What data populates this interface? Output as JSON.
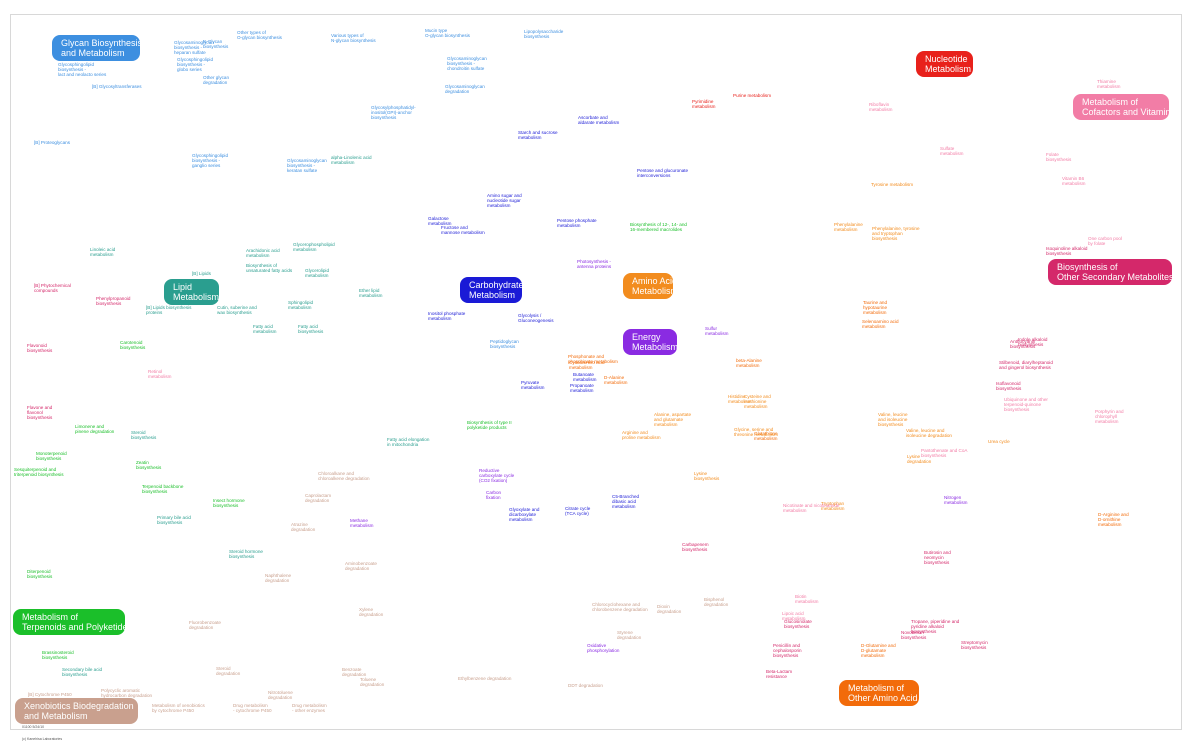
{
  "categories": [
    {
      "id": "glycan",
      "label": "Glycan Biosynthesis\nand Metabolism",
      "color": "#3d8fe0"
    },
    {
      "id": "nucleotide",
      "label": "Nucleotide\nMetabolism",
      "color": "#e8211b"
    },
    {
      "id": "cofactors",
      "label": "Metabolism of\nCofactors and Vitamins",
      "color": "#f27da6"
    },
    {
      "id": "lipid",
      "label": "Lipid\nMetabolism",
      "color": "#2a9e8f"
    },
    {
      "id": "carbohydrate",
      "label": "Carbohydrate\nMetabolism",
      "color": "#1a1ad6"
    },
    {
      "id": "amino",
      "label": "Amino Acid\nMetabolism",
      "color": "#f28c1e"
    },
    {
      "id": "energy",
      "label": "Energy\nMetabolism",
      "color": "#8a2be2"
    },
    {
      "id": "secondary",
      "label": "Biosynthesis of\nOther Secondary Metabolites",
      "color": "#d4286a"
    },
    {
      "id": "terpenoids",
      "label": "Metabolism of\nTerpenoids and Polyketides",
      "color": "#1bbf2a"
    },
    {
      "id": "xenobiotics",
      "label": "Xenobiotics Biodegradation\nand Metabolism",
      "color": "#c9a08e"
    },
    {
      "id": "other_amino",
      "label": "Metabolism of\nOther Amino Acid",
      "color": "#f26b0a"
    }
  ],
  "pathways": [
    {
      "id": "p1",
      "label": "Glycosaminoglycan\nbiosynthesis -\nheparan sulfate",
      "cat": "glycan"
    },
    {
      "id": "p2",
      "label": "N-Glycan\nbiosynthesis",
      "cat": "glycan"
    },
    {
      "id": "p3",
      "label": "Other types of\nO-glycan biosynthesis",
      "cat": "glycan"
    },
    {
      "id": "p4",
      "label": "Various types of\nN-glycan biosynthesis",
      "cat": "glycan"
    },
    {
      "id": "p5",
      "label": "Mucin type\nO-glycan biosynthesis",
      "cat": "glycan"
    },
    {
      "id": "p6",
      "label": "Lipopolysaccharide\nbiosynthesis",
      "cat": "glycan"
    },
    {
      "id": "p7",
      "label": "Glycosphingolipid\nbiosynthesis -\nglobo series",
      "cat": "glycan"
    },
    {
      "id": "p8",
      "label": "Glycosphingolipid\nbiosynthesis -\nlact and neolacto series",
      "cat": "glycan"
    },
    {
      "id": "p9",
      "label": "Other glycan\ndegradation",
      "cat": "glycan"
    },
    {
      "id": "p10",
      "label": "[B] Glycosyltransferases",
      "cat": "glycan"
    },
    {
      "id": "p11",
      "label": "Glycosaminoglycan\nbiosynthesis -\nchondroitin sulfate",
      "cat": "glycan"
    },
    {
      "id": "p12",
      "label": "Glycosaminoglycan\ndegradation",
      "cat": "glycan"
    },
    {
      "id": "p13",
      "label": "Glycosylphosphatidyl-\ninositol(GPI)-anchor\nbiosynthesis",
      "cat": "glycan"
    },
    {
      "id": "p14",
      "label": "[B] Proteoglycans",
      "cat": "glycan"
    },
    {
      "id": "p15",
      "label": "Glycosphingolipid\nbiosynthesis -\nganglio series",
      "cat": "glycan"
    },
    {
      "id": "p16",
      "label": "Glycosaminoglycan\nbiosynthesis -\nkeratan sulfate",
      "cat": "glycan"
    },
    {
      "id": "p17",
      "label": "Starch and sucrose\nmetabolism",
      "cat": "carbohydrate"
    },
    {
      "id": "p18",
      "label": "Ascorbate and\naldarate metabolism",
      "cat": "carbohydrate"
    },
    {
      "id": "p19",
      "label": "Amino sugar and\nnucleotide sugar\nmetabolism",
      "cat": "carbohydrate"
    },
    {
      "id": "p20",
      "label": "Pentose and glucuronate\ninterconversions",
      "cat": "carbohydrate"
    },
    {
      "id": "p21",
      "label": "Fructose and\nmannose metabolism",
      "cat": "carbohydrate"
    },
    {
      "id": "p22",
      "label": "Pentose phosphate\nmetabolism",
      "cat": "carbohydrate"
    },
    {
      "id": "p23",
      "label": "Galactose\nmetabolism",
      "cat": "carbohydrate"
    },
    {
      "id": "p24",
      "label": "Inositol phosphate\nmetabolism",
      "cat": "carbohydrate"
    },
    {
      "id": "p25",
      "label": "Glycolysis /\nGluconeogenesis",
      "cat": "carbohydrate"
    },
    {
      "id": "p26",
      "label": "Pyruvate\nmetabolism",
      "cat": "carbohydrate"
    },
    {
      "id": "p27",
      "label": "Propanoate\nmetabolism",
      "cat": "carbohydrate"
    },
    {
      "id": "p28",
      "label": "Butanoate\nmetabolism",
      "cat": "carbohydrate"
    },
    {
      "id": "p29",
      "label": "Citrate cycle\n(TCA cycle)",
      "cat": "carbohydrate"
    },
    {
      "id": "p30",
      "label": "Glyoxylate and\ndicarboxylate\nmetabolism",
      "cat": "carbohydrate"
    },
    {
      "id": "p31",
      "label": "C5-Branched\ndibasic acid\nmetabolism",
      "cat": "carbohydrate"
    },
    {
      "id": "p32",
      "label": "Biosynthesis of type II\npolyketide products",
      "cat": "terpenoids"
    },
    {
      "id": "p33",
      "label": "Biosynthesis of 12-, 14- and\n16-membered macrolides",
      "cat": "terpenoids"
    },
    {
      "id": "p34",
      "label": "Peptidoglycan\nbiosynthesis",
      "cat": "glycan"
    },
    {
      "id": "p35",
      "label": "Purine metabolism",
      "cat": "nucleotide"
    },
    {
      "id": "p36",
      "label": "Pyrimidine\nmetabolism",
      "cat": "nucleotide"
    },
    {
      "id": "p37",
      "label": "Thiamine\nmetabolism",
      "cat": "cofactors"
    },
    {
      "id": "p38",
      "label": "Riboflavin\nmetabolism",
      "cat": "cofactors"
    },
    {
      "id": "p39",
      "label": "Folate\nbiosynthesis",
      "cat": "cofactors"
    },
    {
      "id": "p40",
      "label": "Vitamin B6\nmetabolism",
      "cat": "cofactors"
    },
    {
      "id": "p41",
      "label": "One carbon pool\nby folate",
      "cat": "cofactors"
    },
    {
      "id": "p42",
      "label": "Tyrosine metabolism",
      "cat": "amino"
    },
    {
      "id": "p43",
      "label": "Phenylalanine\nmetabolism",
      "cat": "amino"
    },
    {
      "id": "p44",
      "label": "Phenylalanine, tyrosine\nand tryptophan\nbiosynthesis",
      "cat": "amino"
    },
    {
      "id": "p45",
      "label": "Isoquinoline alkaloid\nbiosynthesis",
      "cat": "secondary"
    },
    {
      "id": "p46",
      "label": "Indole alkaloid\nbiosynthesis",
      "cat": "secondary"
    },
    {
      "id": "p47",
      "label": "Phenylpropanoid\nbiosynthesis",
      "cat": "secondary"
    },
    {
      "id": "p48",
      "label": "Flavonoid\nbiosynthesis",
      "cat": "secondary"
    },
    {
      "id": "p49",
      "label": "Flavone and\nflavonol\nbiosynthesis",
      "cat": "secondary"
    },
    {
      "id": "p50",
      "label": "Linoleic acid\nmetabolism",
      "cat": "lipid"
    },
    {
      "id": "p51",
      "label": "alpha-Linolenic acid\nmetabolism",
      "cat": "lipid"
    },
    {
      "id": "p52",
      "label": "Arachidonic acid\nmetabolism",
      "cat": "lipid"
    },
    {
      "id": "p53",
      "label": "Biosynthesis of\nunsaturated fatty acids",
      "cat": "lipid"
    },
    {
      "id": "p54",
      "label": "Glycerophospholipid\nmetabolism",
      "cat": "lipid"
    },
    {
      "id": "p55",
      "label": "Glycerolipid\nmetabolism",
      "cat": "lipid"
    },
    {
      "id": "p56",
      "label": "Ether lipid\nmetabolism",
      "cat": "lipid"
    },
    {
      "id": "p57",
      "label": "Sphingolipid\nmetabolism",
      "cat": "lipid"
    },
    {
      "id": "p58",
      "label": "Fatty acid\nbiosynthesis",
      "cat": "lipid"
    },
    {
      "id": "p59",
      "label": "Fatty acid\nmetabolism",
      "cat": "lipid"
    },
    {
      "id": "p60",
      "label": "[B] Lipids",
      "cat": "lipid"
    },
    {
      "id": "p61",
      "label": "Cutin, suberine and\nwax biosynthesis",
      "cat": "lipid"
    },
    {
      "id": "p62",
      "label": "[B] Lipids biosynthesis\nproteins",
      "cat": "lipid"
    },
    {
      "id": "p63",
      "label": "Carotenoid\nbiosynthesis",
      "cat": "terpenoids"
    },
    {
      "id": "p64",
      "label": "Retinol\nmetabolism",
      "cat": "cofactors"
    },
    {
      "id": "p65",
      "label": "Steroid\nbiosynthesis",
      "cat": "lipid"
    },
    {
      "id": "p66",
      "label": "Zeatin\nbiosynthesis",
      "cat": "terpenoids"
    },
    {
      "id": "p67",
      "label": "Limonene and\npinene degradation",
      "cat": "terpenoids"
    },
    {
      "id": "p68",
      "label": "Monoterpenoid\nbiosynthesis",
      "cat": "terpenoids"
    },
    {
      "id": "p69",
      "label": "Sesquiterpenoid and\ntriterpenoid biosynthesis",
      "cat": "terpenoids"
    },
    {
      "id": "p70",
      "label": "Terpenoid backbone\nbiosynthesis",
      "cat": "terpenoids"
    },
    {
      "id": "p71",
      "label": "Diterpenoid\nbiosynthesis",
      "cat": "terpenoids"
    },
    {
      "id": "p72",
      "label": "Insect hormone\nbiosynthesis",
      "cat": "terpenoids"
    },
    {
      "id": "p73",
      "label": "Brassinosteroid\nbiosynthesis",
      "cat": "terpenoids"
    },
    {
      "id": "p74",
      "label": "Primary bile acid\nbiosynthesis",
      "cat": "lipid"
    },
    {
      "id": "p75",
      "label": "Secondary bile acid\nbiosynthesis",
      "cat": "lipid"
    },
    {
      "id": "p76",
      "label": "Steroid hormone\nbiosynthesis",
      "cat": "lipid"
    },
    {
      "id": "p77",
      "label": "Polycyclic aromatic\nhydrocarbon degradation",
      "cat": "xenobiotics"
    },
    {
      "id": "p78",
      "label": "[B] Cytochrome P450",
      "cat": "xenobiotics"
    },
    {
      "id": "p79",
      "label": "Metabolism of xenobiotics\nby cytochrome P450",
      "cat": "xenobiotics"
    },
    {
      "id": "p80",
      "label": "Drug metabolism\n- cytochrome P450",
      "cat": "xenobiotics"
    },
    {
      "id": "p81",
      "label": "Drug metabolism\n- other enzymes",
      "cat": "xenobiotics"
    },
    {
      "id": "p82",
      "label": "Nitrotoluene\ndegradation",
      "cat": "xenobiotics"
    },
    {
      "id": "p83",
      "label": "Fluorobenzoate\ndegradation",
      "cat": "xenobiotics"
    },
    {
      "id": "p84",
      "label": "Naphthalene\ndegradation",
      "cat": "xenobiotics"
    },
    {
      "id": "p85",
      "label": "Atrazine\ndegradation",
      "cat": "xenobiotics"
    },
    {
      "id": "p86",
      "label": "Caprolactam\ndegradation",
      "cat": "xenobiotics"
    },
    {
      "id": "p87",
      "label": "Chloroalkane and\nchloroalkene degradation",
      "cat": "xenobiotics"
    },
    {
      "id": "p88",
      "label": "Aminobenzoate\ndegradation",
      "cat": "xenobiotics"
    },
    {
      "id": "p89",
      "label": "Xylene\ndegradation",
      "cat": "xenobiotics"
    },
    {
      "id": "p90",
      "label": "Benzoate\ndegradation",
      "cat": "xenobiotics"
    },
    {
      "id": "p91",
      "label": "Toluene\ndegradation",
      "cat": "xenobiotics"
    },
    {
      "id": "p92",
      "label": "Steroid\ndegradation",
      "cat": "xenobiotics"
    },
    {
      "id": "p93",
      "label": "Ethylbenzene degradation",
      "cat": "xenobiotics"
    },
    {
      "id": "p94",
      "label": "DDT degradation",
      "cat": "xenobiotics"
    },
    {
      "id": "p95",
      "label": "Styrene\ndegradation",
      "cat": "xenobiotics"
    },
    {
      "id": "p96",
      "label": "Chlorocyclohexane and\nchlorobenzene degradation",
      "cat": "xenobiotics"
    },
    {
      "id": "p97",
      "label": "Dioxin\ndegradation",
      "cat": "xenobiotics"
    },
    {
      "id": "p98",
      "label": "Bisphenol\ndegradation",
      "cat": "xenobiotics"
    },
    {
      "id": "p99",
      "label": "Methane\nmetabolism",
      "cat": "energy"
    },
    {
      "id": "p100",
      "label": "Carbon\nfixation",
      "cat": "energy"
    },
    {
      "id": "p101",
      "label": "Oxidative\nphosphorylation",
      "cat": "energy"
    },
    {
      "id": "p102",
      "label": "Sulfur\nmetabolism",
      "cat": "energy"
    },
    {
      "id": "p103",
      "label": "Nitrogen\nmetabolism",
      "cat": "energy"
    },
    {
      "id": "p104",
      "label": "Photosynthesis -\nantenna proteins",
      "cat": "energy"
    },
    {
      "id": "p105",
      "label": "Reductive\ncarboxylate cycle\n(CO2 fixation)",
      "cat": "energy"
    },
    {
      "id": "p106",
      "label": "Taurine and\nhypotaurine\nmetabolism",
      "cat": "other_amino"
    },
    {
      "id": "p107",
      "label": "Selenoamino acid\nmetabolism",
      "cat": "other_amino"
    },
    {
      "id": "p108",
      "label": "beta-Alanine\nmetabolism",
      "cat": "other_amino"
    },
    {
      "id": "p109",
      "label": "D-Alanine\nmetabolism",
      "cat": "other_amino"
    },
    {
      "id": "p110",
      "label": "Phosphonate and\nphosphinate metabolism",
      "cat": "other_amino"
    },
    {
      "id": "p111",
      "label": "Cyanoamino acid\nmetabolism",
      "cat": "other_amino"
    },
    {
      "id": "p112",
      "label": "Glutathione\nmetabolism",
      "cat": "other_amino"
    },
    {
      "id": "p113",
      "label": "D-Glutamine and\nD-glutamate\nmetabolism",
      "cat": "other_amino"
    },
    {
      "id": "p114",
      "label": "D-Arginine and\nD-ornithine\nmetabolism",
      "cat": "other_amino"
    },
    {
      "id": "p115",
      "label": "Histidine\nmetabolism",
      "cat": "amino"
    },
    {
      "id": "p116",
      "label": "Tryptophan\nmetabolism",
      "cat": "amino"
    },
    {
      "id": "p117",
      "label": "Lysine\nbiosynthesis",
      "cat": "amino"
    },
    {
      "id": "p118",
      "label": "Lysine\ndegradation",
      "cat": "amino"
    },
    {
      "id": "p119",
      "label": "Valine, leucine and\nisoleucine degradation",
      "cat": "amino"
    },
    {
      "id": "p120",
      "label": "Valine, leucine\nand isoleucine\nbiosynthesis",
      "cat": "amino"
    },
    {
      "id": "p121",
      "label": "Cysteine and\nmethionine\nmetabolism",
      "cat": "amino"
    },
    {
      "id": "p122",
      "label": "Glycine, serine and\nthreonine metabolism",
      "cat": "amino"
    },
    {
      "id": "p123",
      "label": "Arginine and\nproline metabolism",
      "cat": "amino"
    },
    {
      "id": "p124",
      "label": "Alanine, aspartate\nand glutamate\nmetabolism",
      "cat": "amino"
    },
    {
      "id": "p125",
      "label": "Urea cycle",
      "cat": "amino"
    },
    {
      "id": "p126",
      "label": "Penicillin and\ncephalosporin\nbiosynthesis",
      "cat": "secondary"
    },
    {
      "id": "p127",
      "label": "Biotin\nmetabolism",
      "cat": "cofactors"
    },
    {
      "id": "p128",
      "label": "Pantothenate and CoA\nbiosynthesis",
      "cat": "cofactors"
    },
    {
      "id": "p129",
      "label": "Nicotinate and nicotinamide\nmetabolism",
      "cat": "cofactors"
    },
    {
      "id": "p130",
      "label": "Porphyrin and\nchlorophyll\nmetabolism",
      "cat": "cofactors"
    },
    {
      "id": "p131",
      "label": "Ubiquinone and other\nterpenoid-quinone\nbiosynthesis",
      "cat": "cofactors"
    },
    {
      "id": "p132",
      "label": "Lipoic acid\nmetabolism",
      "cat": "cofactors"
    },
    {
      "id": "p133",
      "label": "Novobiocin\nbiosynthesis",
      "cat": "secondary"
    },
    {
      "id": "p134",
      "label": "Streptomycin\nbiosynthesis",
      "cat": "secondary"
    },
    {
      "id": "p135",
      "label": "Tropane, piperidine and\npyridine alkaloid\nbiosynthesis",
      "cat": "secondary"
    },
    {
      "id": "p136",
      "label": "Butirosin and\nneomycin\nbiosynthesis",
      "cat": "secondary"
    },
    {
      "id": "p137",
      "label": "Glucosinolate\nbiosynthesis",
      "cat": "secondary"
    },
    {
      "id": "p138",
      "label": "Beta-Lactam\nresistance",
      "cat": "secondary"
    },
    {
      "id": "p139",
      "label": "Carbapenem\nbiosynthesis",
      "cat": "secondary"
    },
    {
      "id": "p140",
      "label": "[B] Phytochemical\ncompounds",
      "cat": "secondary"
    },
    {
      "id": "p141",
      "label": "Isoflavonoid\nbiosynthesis",
      "cat": "secondary"
    },
    {
      "id": "p142",
      "label": "Stilbenoid, diarylheptanoid\nand gingerol biosynthesis",
      "cat": "secondary"
    },
    {
      "id": "p143",
      "label": "Anthocyanin\nbiosynthesis",
      "cat": "secondary"
    },
    {
      "id": "p144",
      "label": "Fatty acid elongation\nin mitochondria",
      "cat": "lipid"
    },
    {
      "id": "p145",
      "label": "Sulfate\nmetabolism",
      "cat": "cofactors"
    }
  ],
  "footer": {
    "line1": "01100 5/24/10",
    "line2": "(c) Kanehisa Laboratories"
  }
}
